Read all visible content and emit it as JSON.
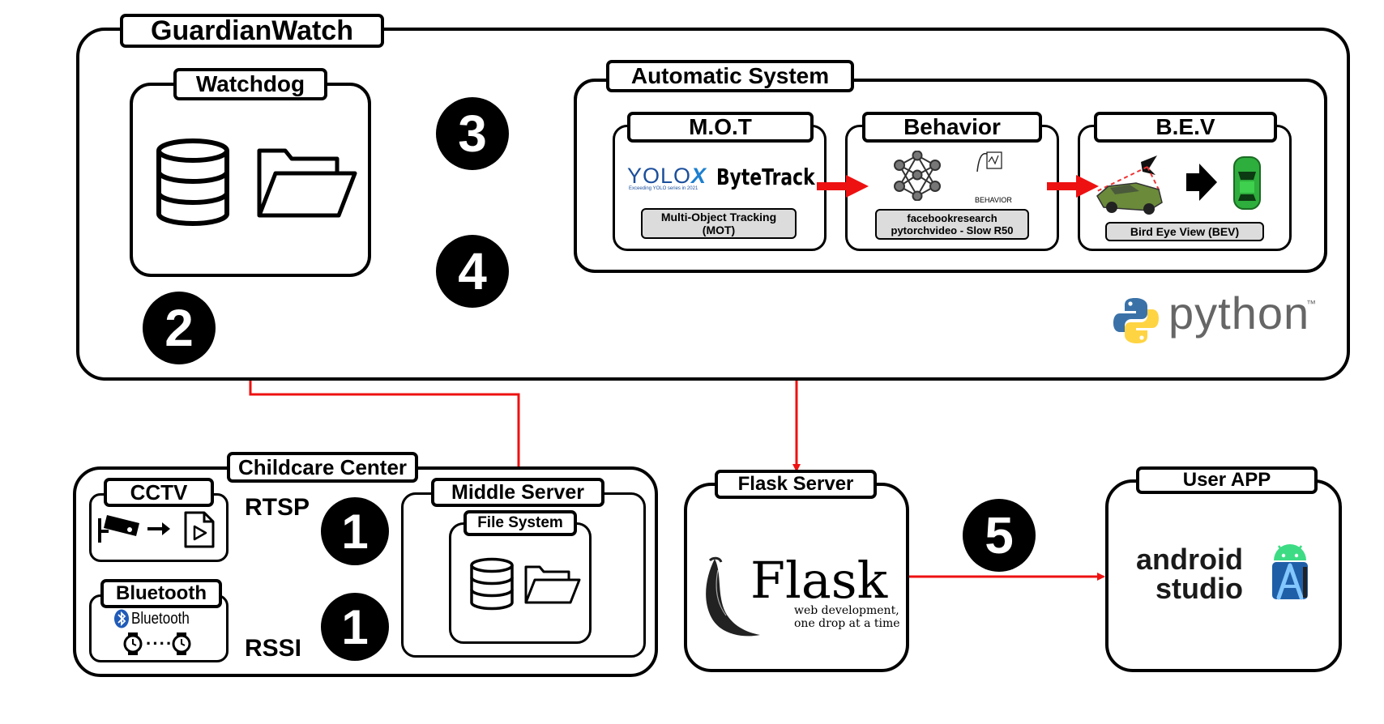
{
  "title": "GuardianWatch",
  "watchdog": {
    "title": "Watchdog"
  },
  "automatic": {
    "title": "Automatic System",
    "mot": {
      "title": "M.O.T",
      "logo_yolo": "YOLO",
      "logo_yolo_x": "X",
      "logo_yolo_sub": "Exceeding YOLO series in 2021",
      "logo_bytetrack": "ByteTrack",
      "caption_line1": "Multi-Object Tracking",
      "caption_line2": "(MOT)"
    },
    "behavior": {
      "title": "Behavior",
      "icon_label": "BEHAVIOR",
      "caption_line1": "facebookresearch",
      "caption_line2": "pytorchvideo - Slow R50"
    },
    "bev": {
      "title": "B.E.V",
      "caption": "Bird Eye View (BEV)"
    }
  },
  "python": {
    "label": "python",
    "tm": "™"
  },
  "childcare": {
    "title": "Childcare Center",
    "cctv": {
      "title": "CCTV",
      "protocol": "RTSP"
    },
    "bluetooth": {
      "title": "Bluetooth",
      "logo": "Bluetooth",
      "dots": "····",
      "protocol": "RSSI"
    },
    "middle": {
      "title": "Middle Server",
      "filesystem": "File System"
    }
  },
  "flask": {
    "title": "Flask Server",
    "logo": "Flask",
    "tagline1": "web development,",
    "tagline2": "one drop at a time"
  },
  "userapp": {
    "title": "User APP",
    "logo_line1": "android",
    "logo_line2": "studio"
  },
  "steps": {
    "s1a": "1",
    "s1b": "1",
    "s2": "2",
    "s3": "3",
    "s4": "4",
    "s5": "5"
  },
  "colors": {
    "arrow": "#ee1111",
    "caption_bg": "#dcdcdc",
    "python_blue": "#3a72a8",
    "python_yellow": "#ffd443",
    "android_green": "#3ddc84",
    "android_blue": "#4285f4"
  }
}
